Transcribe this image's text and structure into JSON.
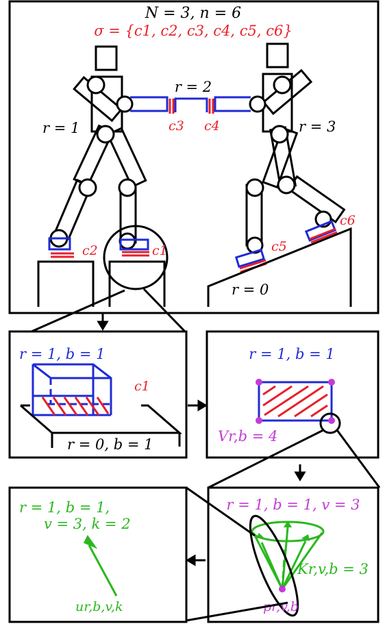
{
  "top_panel": {
    "header": "N = 3, n = 6",
    "sigma": "σ = {c1, c2, c3, c4, c5, c6}",
    "robot_labels": {
      "r2": "r = 2",
      "r1": "r = 1",
      "r3": "r = 3",
      "r0": "r = 0"
    },
    "contacts": {
      "c1": "c1",
      "c2": "c2",
      "c3": "c3",
      "c4": "c4",
      "c5": "c5",
      "c6": "c6"
    }
  },
  "panel_body_contact": {
    "robot_body": "r = 1, b = 1",
    "contact": "c1",
    "env_body": "r = 0, b = 1"
  },
  "panel_vertices": {
    "title": "r = 1, b = 1",
    "vertex_count": "Vr,b = 4"
  },
  "panel_cone": {
    "title": "r = 1, b = 1, v = 3",
    "cone_size": "Kr,v,b = 3",
    "point": "pr,v,b"
  },
  "panel_generator": {
    "title_line1": "r = 1, b = 1,",
    "title_line2": "v = 3, k = 2",
    "vector": "ur,b,v,k"
  },
  "colors": {
    "contact": "#e8202a",
    "robot_body": "#1f2bd6",
    "vertices": "#c43bd6",
    "friction": "#2ab81e",
    "ink": "#000000"
  }
}
